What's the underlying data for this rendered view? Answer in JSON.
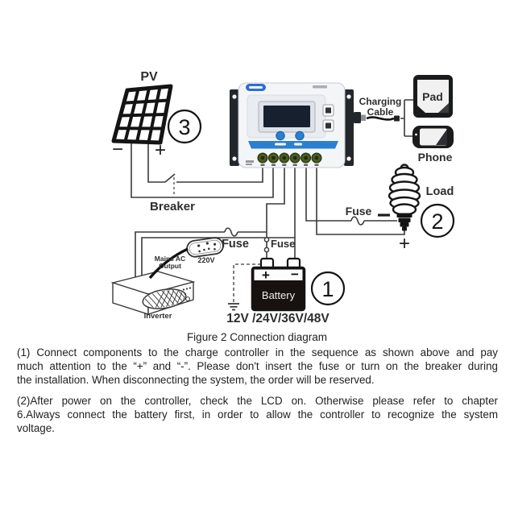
{
  "figure": {
    "caption": "Figure 2 Connection diagram",
    "para1_lines": [
      "(1) Connect components to the charge controller in the sequence as shown above and pay",
      "much attention to the “+” and “-”. Please don't insert the fuse or turn on the breaker during",
      "the installation. When disconnecting the system, the order will be reserved."
    ],
    "para2_lines": [
      "(2)After power on the controller, check the LCD on. Otherwise please refer to chapter",
      "6.Always connect the battery first, in order to allow the controller to recognize the system",
      "voltage."
    ]
  },
  "diagram": {
    "steps": {
      "battery": "1",
      "load": "2",
      "pv": "3"
    },
    "labels": {
      "pv": "PV",
      "pv_minus": "−",
      "pv_plus": "+",
      "breaker": "Breaker",
      "charging_line1": "Charging",
      "charging_line2": "Cable",
      "pad": "Pad",
      "phone": "Phone",
      "load": "Load",
      "fuse_load": "Fuse",
      "fuse_inverter": "Fuse",
      "fuse_battery": "Fuse",
      "load_minus": "−",
      "load_plus": "+",
      "mains_line1": "Mains AC",
      "mains_line2": "Output",
      "mains_voltage": "220V",
      "inverter": "Inverter",
      "battery": "Battery",
      "battery_plus": "+",
      "battery_minus": "−",
      "battery_voltages": "12V /24V/36V/48V"
    },
    "icons": {
      "pv_panel": "solar-panel-icon",
      "breaker": "breaker-switch-icon",
      "controller": "charge-controller-icon",
      "cable": "usb-cable-icon",
      "pad": "tablet-icon",
      "phone": "phone-icon",
      "bulb": "cfl-bulb-icon",
      "fuse": "fuse-icon",
      "battery": "battery-icon",
      "inverter": "inverter-icon",
      "plug": "ac-socket-icon",
      "ground": "ground-icon"
    },
    "colors": {
      "accent_blue": "#2b7fd0",
      "logo_blue": "#2d6fd2",
      "lcd_dark": "#16202e",
      "terminal_green": "#4a5d22",
      "wire": "#3a3a3a"
    }
  }
}
